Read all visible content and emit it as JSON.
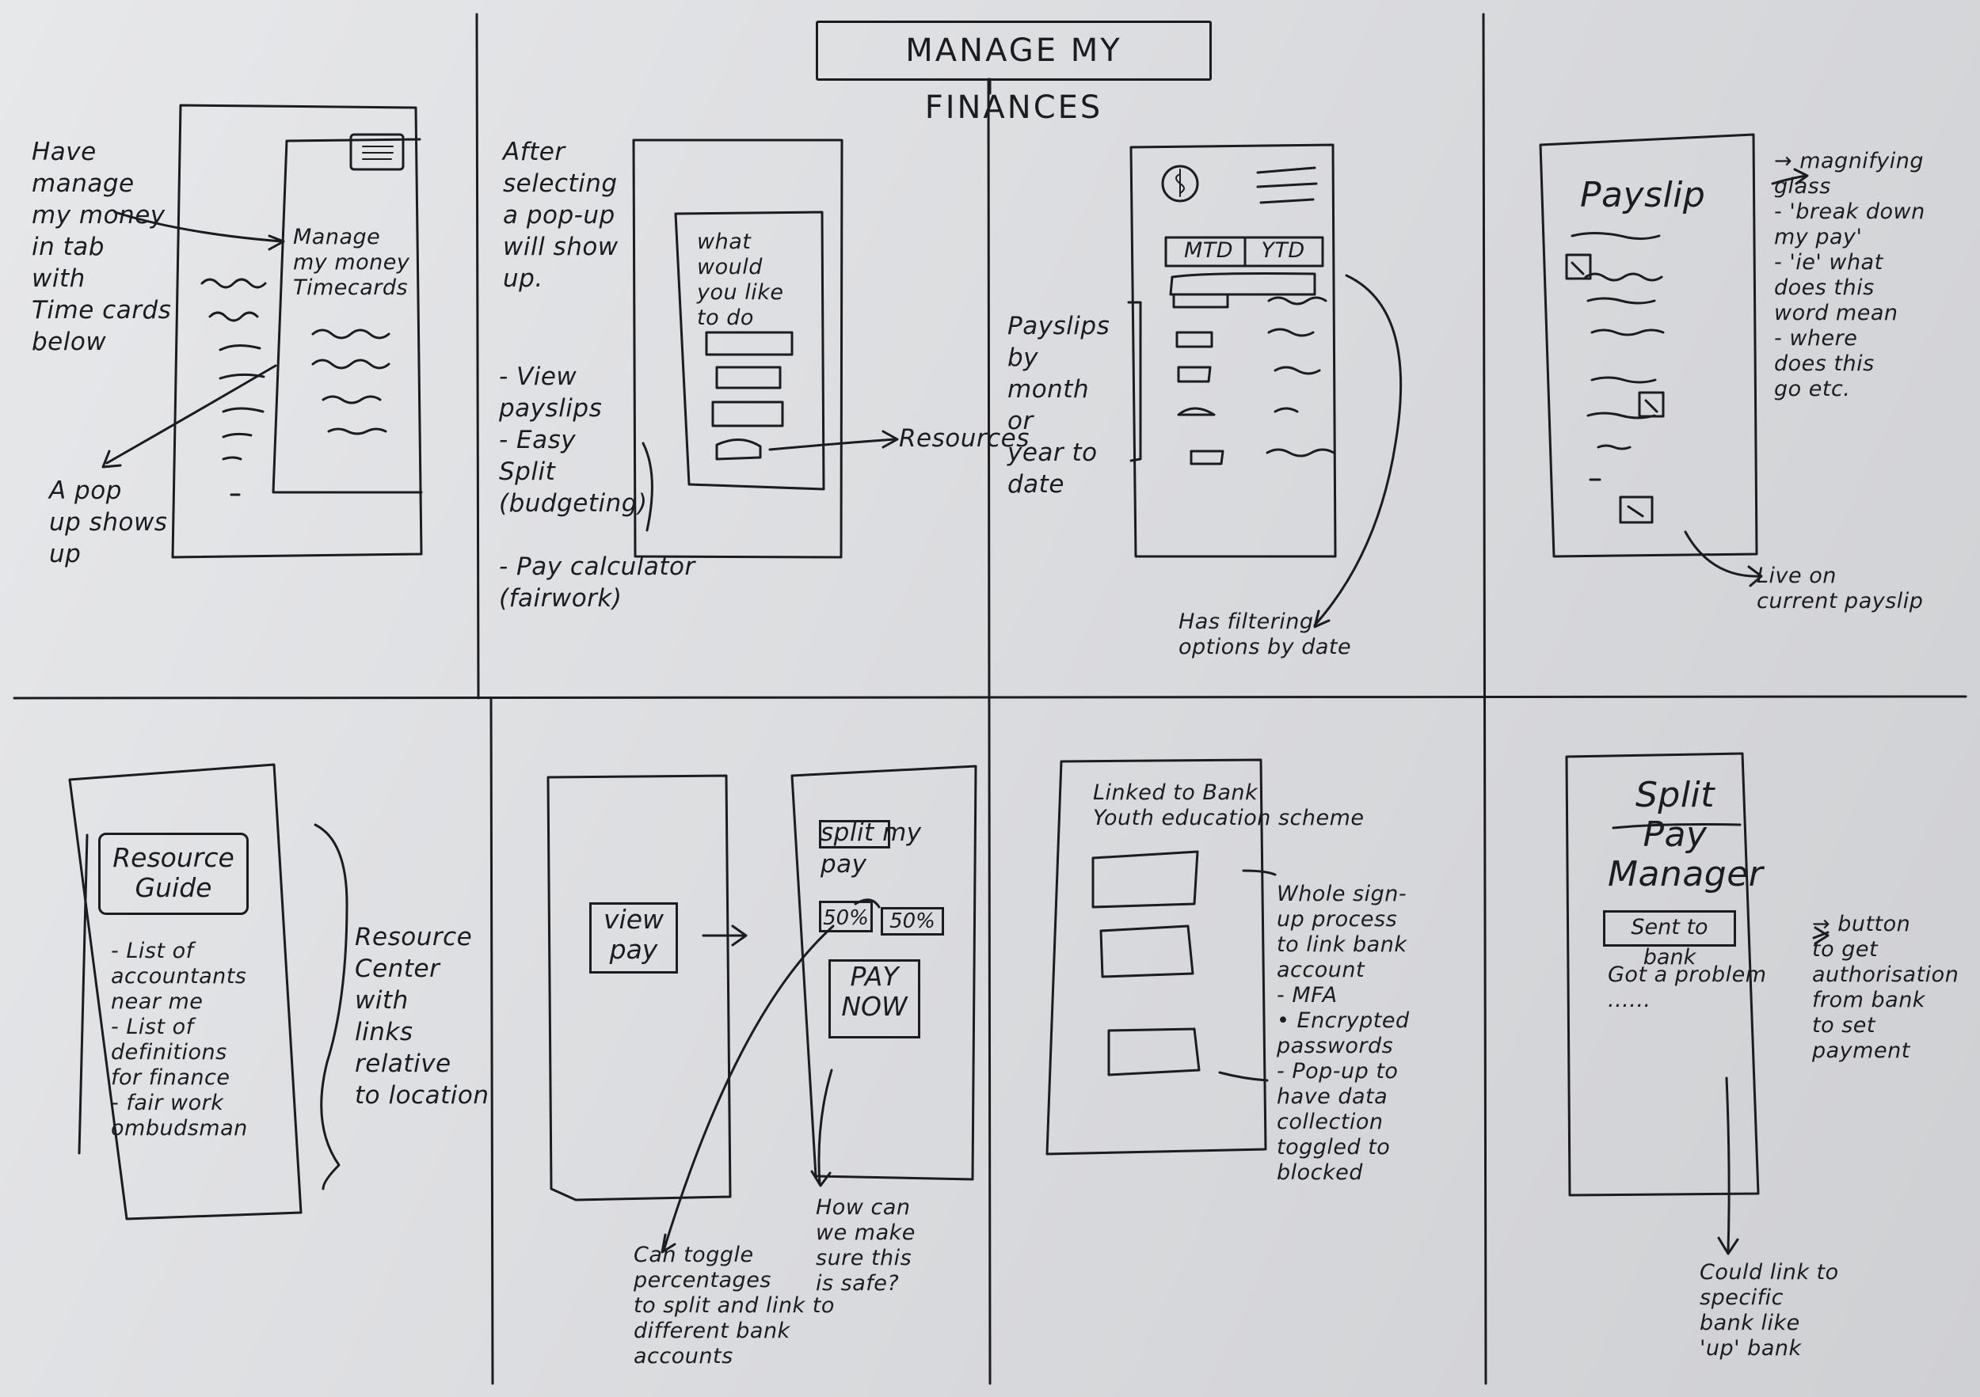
{
  "title": "MANAGE MY FINANCES",
  "panels": {
    "p1": {
      "note_tab": "Have\nmanage\nmy money\nin tab\nwith\nTime cards\nbelow",
      "screen_text": "Manage\nmy money\nTimecards",
      "note_popup": "A pop\nup shows\nup"
    },
    "p2": {
      "note_after": "After\nselecting\na pop-up\nwill show\nup.",
      "popup_question": "what\nwould\nyou like\nto do",
      "options": "- View\n  payslips\n- Easy\n  Split\n  (budgeting)\n\n- Pay calculator\n  (fairwork)",
      "resources_label": "Resources"
    },
    "p3": {
      "mtd": "MTD",
      "ytd": "YTD",
      "note_payslips": "Payslips\nby\nmonth\nor\nyear to\ndate",
      "note_filter": "Has filtering\noptions by date"
    },
    "p4": {
      "screen_title": "Payslip",
      "notes": "→ magnifying\n   glass\n  - 'break down\n    my pay'\n  - 'ie' what\n    does this\n    word mean\n  - where\n    does this\n    go etc.",
      "note_live": "Live on\ncurrent payslip"
    },
    "p5": {
      "screen_title": "Resource\nGuide",
      "list": "- List of\n  accountants\n  near me\n- List of\n  definitions\n  for finance\n- fair work\n  ombudsman",
      "note": "Resource\nCenter\nwith\nlinks\nrelative\nto location"
    },
    "p6": {
      "view_pay": "view\npay",
      "split_my_pay": "split my\npay",
      "pct_left": "50%",
      "pct_right": "50%",
      "pay_now": "PAY\nNOW",
      "note_toggle": "Can toggle\npercentages\nto split and link to\ndifferent bank\naccounts",
      "note_safe": "How can\nwe make\nsure this\nis safe?"
    },
    "p7": {
      "screen_title": "Linked to Bank\nYouth education scheme",
      "notes": "Whole sign-\nup process\nto link bank\naccount\n - MFA\n • Encrypted\n   passwords\n- Pop-up to\n  have data\n  collection\n  toggled to\n  blocked"
    },
    "p8": {
      "screen_title": "Split Pay\nManager",
      "button": "Sent to bank",
      "sub": "Got a problem\n......",
      "note_button": "→ button\n   to get\n   authorisation\n   from bank\n   to set\n   payment",
      "note_link": "Could link to\nspecific\nbank like\n'up' bank"
    }
  }
}
